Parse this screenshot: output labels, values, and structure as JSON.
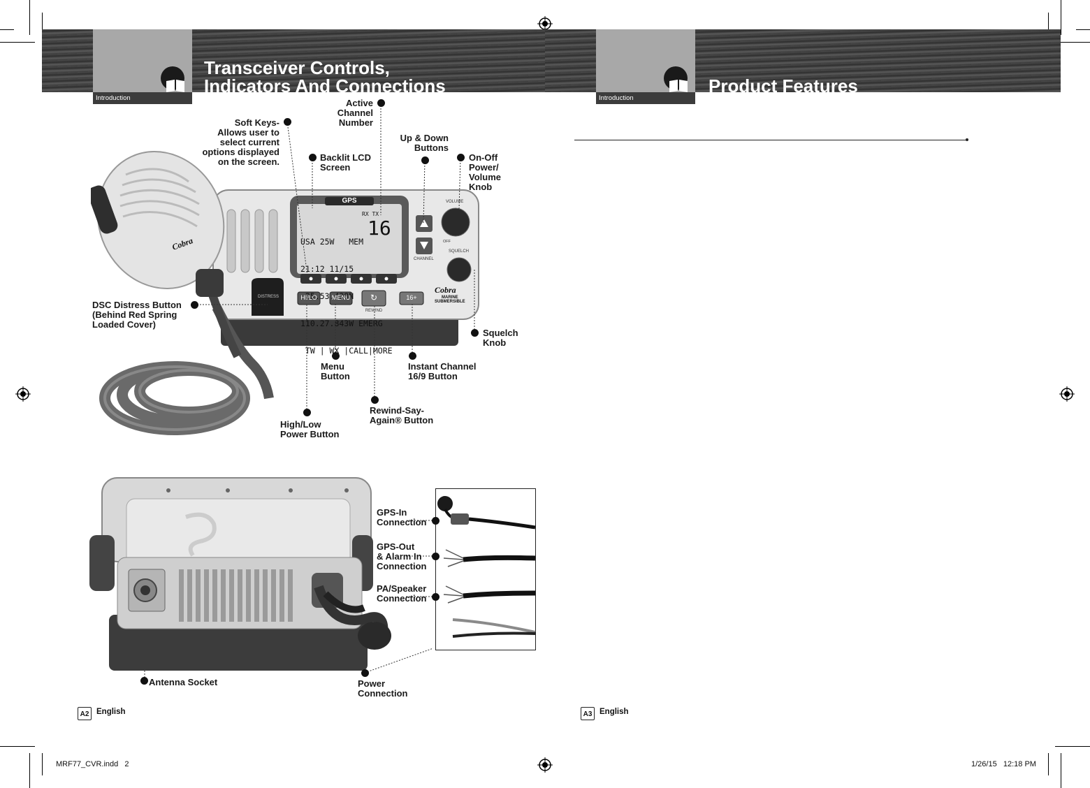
{
  "left_page": {
    "section_tag": "Introduction",
    "title_line1": "Transceiver Controls,",
    "title_line2": "Indicators And Connections",
    "page_number": "A2",
    "language": "English",
    "callouts": {
      "soft_keys": [
        "Soft Keys-",
        "Allows user to",
        "select current",
        "options displayed",
        "on the screen."
      ],
      "active_channel": [
        "Active",
        "Channel",
        "Number"
      ],
      "backlit_lcd": [
        "Backlit LCD",
        "Screen"
      ],
      "up_down": [
        "Up & Down",
        "Buttons"
      ],
      "on_off": [
        "On-Off",
        "Power/",
        "Volume",
        "Knob"
      ],
      "dsc_distress": [
        "DSC Distress Button",
        "(Behind Red Spring",
        "Loaded Cover)"
      ],
      "squelch": [
        "Squelch",
        "Knob"
      ],
      "menu": [
        "Menu",
        "Button"
      ],
      "instant_channel": [
        "Instant Channel",
        "16/9 Button"
      ],
      "rewind": [
        "Rewind-Say-",
        "Again® Button"
      ],
      "high_low": [
        "High/Low",
        "Power Button"
      ],
      "gps_in": [
        "GPS-In",
        "Connection"
      ],
      "gps_out": [
        "GPS-Out",
        "& Alarm In",
        "Connection"
      ],
      "pa_speaker": [
        "PA/Speaker",
        "Connection"
      ],
      "antenna": [
        "Antenna Socket"
      ],
      "power": [
        "Power",
        "Connection"
      ]
    },
    "radio": {
      "lcd_header": "GPS",
      "lcd_lines": [
        "USA 25W   MEM",
        "21:12 11/15",
        " 25.53.438N",
        "110.27.843W EMERG",
        " TW | WX |CALL|MORE"
      ],
      "lcd_channel": "16",
      "lcd_status": "RX  TX",
      "buttons": [
        "HI/LO",
        "MENU",
        "↻",
        "16+"
      ],
      "rewind_caption": "REWIND",
      "distress_label": "DISTRESS",
      "volume_label": "VOLUME",
      "off_label": "OFF",
      "squelch_label": "SQUELCH",
      "channel_label": "CHANNEL",
      "brand": "Cobra",
      "brand_sub": "MARINE",
      "submersible": "SUBMERSIBLE",
      "mic_brand": "Cobra"
    }
  },
  "right_page": {
    "section_tag": "Introduction",
    "title": "Product Features",
    "page_number": "A3",
    "language": "English"
  },
  "slug": {
    "file": "MRF77_CVR.indd   2",
    "date": "1/26/15   12:18 PM"
  }
}
